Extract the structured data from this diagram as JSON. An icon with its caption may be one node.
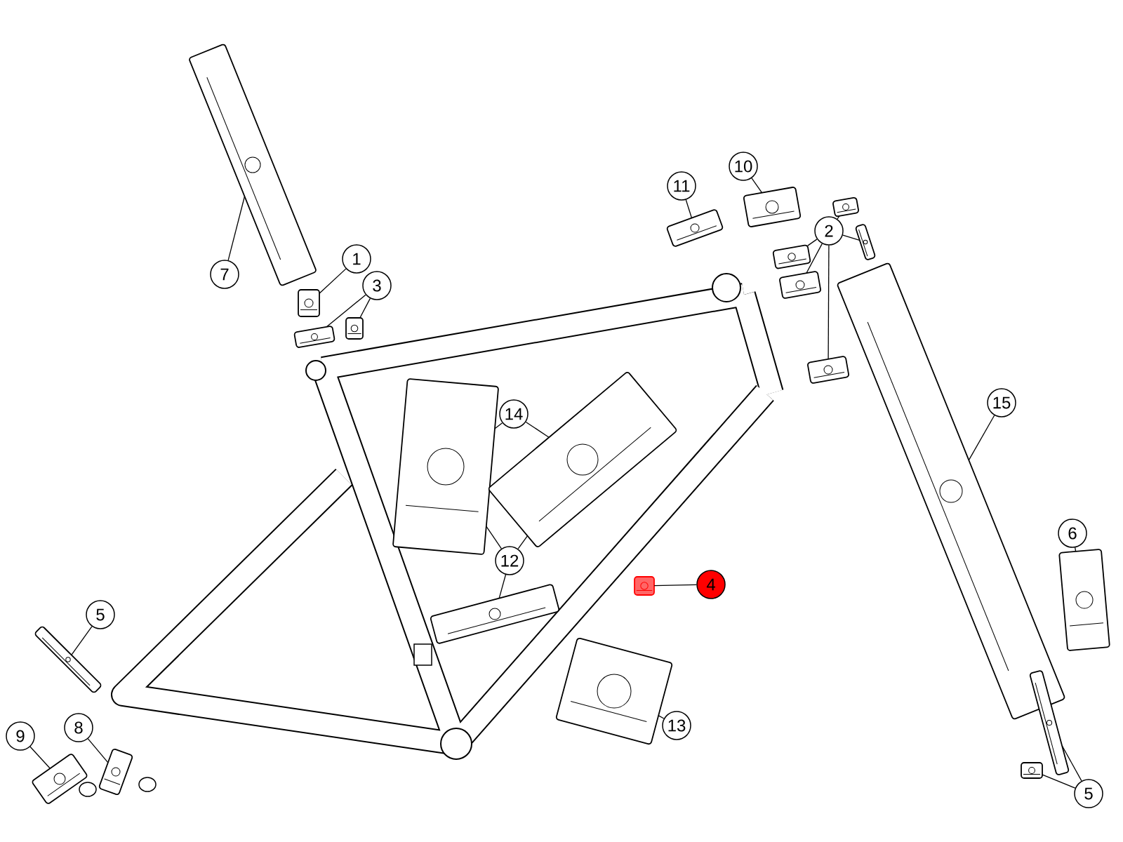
{
  "diagram": {
    "nodes": [
      {
        "text": [
          "7"
        ]
      },
      {
        "text": [],
        "shape": "picture"
      },
      {
        "text": [
          "1"
        ]
      },
      {
        "text": [],
        "shape": "picture"
      },
      {
        "text": [
          "3"
        ]
      },
      {
        "text": [],
        "shape": "picture"
      },
      {
        "text": [],
        "shape": "picture"
      },
      {
        "text": [
          "11"
        ]
      },
      {
        "text": [],
        "shape": "picture"
      },
      {
        "text": [
          "10"
        ]
      },
      {
        "text": [],
        "shape": "picture"
      },
      {
        "text": [
          "2"
        ]
      },
      {
        "text": [],
        "shape": "picture"
      },
      {
        "text": [],
        "shape": "picture"
      },
      {
        "text": [],
        "shape": "picture"
      },
      {
        "text": [],
        "shape": "picture"
      },
      {
        "text": [],
        "shape": "picture"
      },
      {
        "text": [
          "14"
        ]
      },
      {
        "text": [],
        "shape": "picture"
      },
      {
        "text": [],
        "shape": "picture"
      },
      {
        "text": [
          "12"
        ]
      },
      {
        "text": [],
        "shape": "picture"
      },
      {
        "text": [
          "15"
        ]
      },
      {
        "text": [],
        "shape": "picture"
      },
      {
        "text": [
          "6"
        ]
      },
      {
        "text": [],
        "shape": "picture"
      },
      {
        "text": [
          "4"
        ]
      },
      {
        "text": [],
        "shape": "picture"
      },
      {
        "text": [
          "5"
        ]
      },
      {
        "text": [],
        "shape": "picture"
      },
      {
        "text": [
          "13"
        ]
      },
      {
        "text": [],
        "shape": "picture"
      },
      {
        "text": [
          "9"
        ]
      },
      {
        "text": [],
        "shape": "picture"
      },
      {
        "text": [
          "8"
        ]
      },
      {
        "text": [],
        "shape": "picture"
      },
      {
        "text": [
          "5"
        ]
      },
      {
        "text": [],
        "shape": "picture"
      },
      {
        "text": [],
        "shape": "picture"
      }
    ],
    "edges": [
      {
        "from": 0,
        "to": 1,
        "arrow": "none"
      },
      {
        "from": 2,
        "to": 3,
        "arrow": "none"
      },
      {
        "from": 4,
        "to": 5,
        "arrow": "none"
      },
      {
        "from": 4,
        "to": 6,
        "arrow": "none"
      },
      {
        "from": 7,
        "to": 8,
        "arrow": "none"
      },
      {
        "from": 9,
        "to": 10,
        "arrow": "none"
      },
      {
        "from": 11,
        "to": 12,
        "arrow": "none"
      },
      {
        "from": 11,
        "to": 13,
        "arrow": "none"
      },
      {
        "from": 11,
        "to": 14,
        "arrow": "none"
      },
      {
        "from": 11,
        "to": 15,
        "arrow": "none"
      },
      {
        "from": 11,
        "to": 16,
        "arrow": "none"
      },
      {
        "from": 17,
        "to": 18,
        "arrow": "none"
      },
      {
        "from": 17,
        "to": 19,
        "arrow": "none"
      },
      {
        "from": 20,
        "to": 18,
        "arrow": "none"
      },
      {
        "from": 20,
        "to": 19,
        "arrow": "none"
      },
      {
        "from": 20,
        "to": 21,
        "arrow": "none"
      },
      {
        "from": 22,
        "to": 23,
        "arrow": "none"
      },
      {
        "from": 24,
        "to": 25,
        "arrow": "none"
      },
      {
        "from": 26,
        "to": 27,
        "arrow": "none"
      },
      {
        "from": 28,
        "to": 29,
        "arrow": "none"
      },
      {
        "from": 30,
        "to": 31,
        "arrow": "none"
      },
      {
        "from": 32,
        "to": 33,
        "arrow": "none"
      },
      {
        "from": 34,
        "to": 35,
        "arrow": "none"
      },
      {
        "from": 36,
        "to": 37,
        "arrow": "none"
      },
      {
        "from": 36,
        "to": 38,
        "arrow": "none"
      }
    ]
  }
}
